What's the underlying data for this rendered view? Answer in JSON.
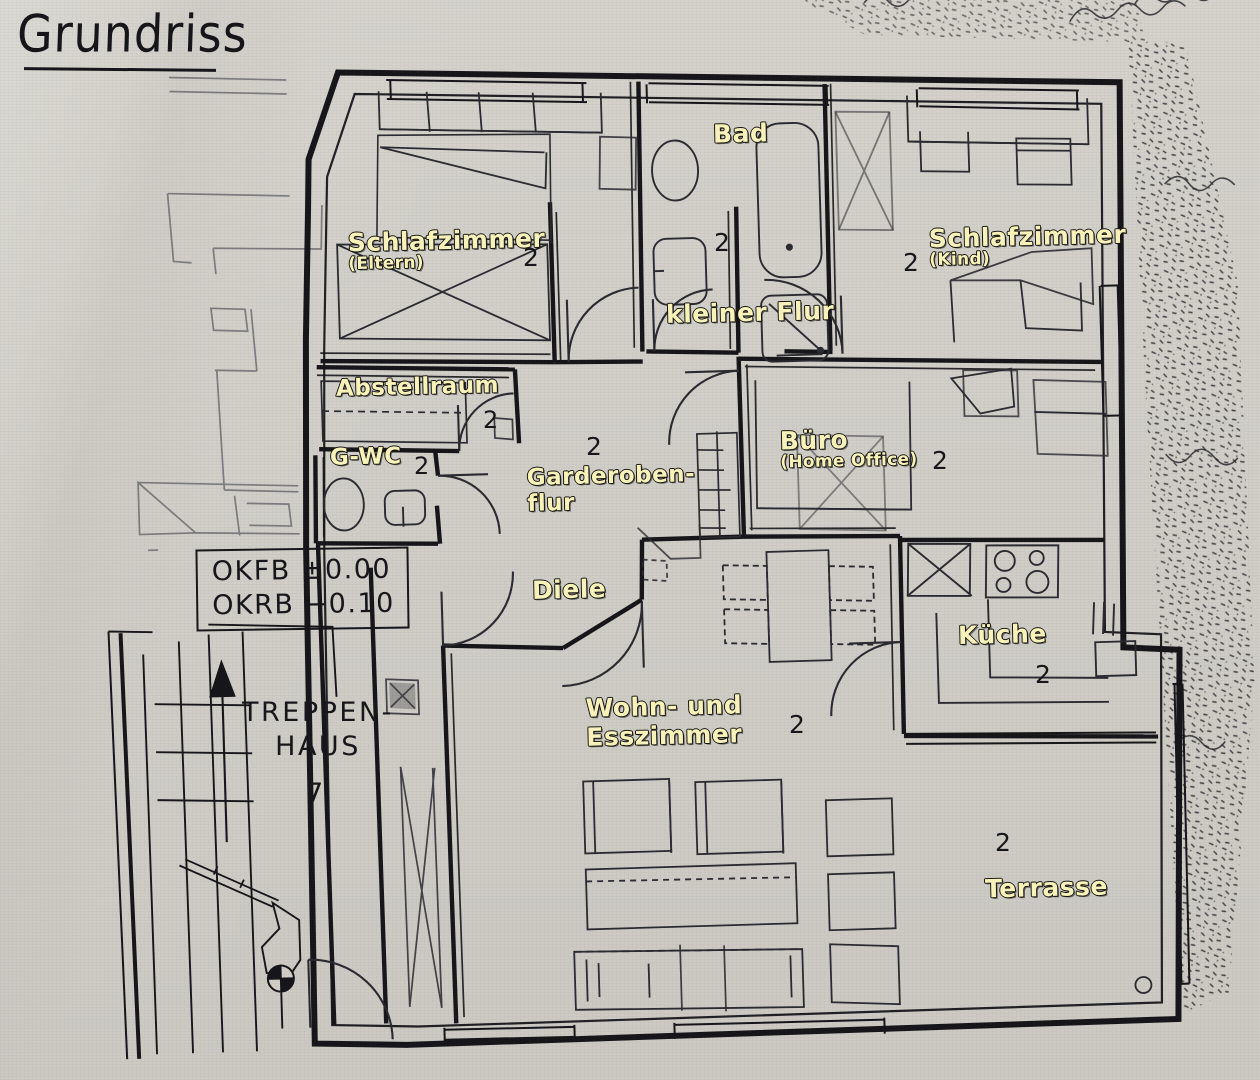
{
  "title": {
    "text": "Grundriss",
    "underline": true
  },
  "colors": {
    "paper": "#d0cec7",
    "ink": "#17171b",
    "label_fill": "#f7f2b9",
    "label_stroke": "#1a1713"
  },
  "level_box": {
    "lines": [
      "OKFB  ±0.00",
      "OKRB  −0.10"
    ]
  },
  "stairwell": {
    "name_line1": "TREPPEN-",
    "name_line2": "HAUS",
    "number": "7"
  },
  "rooms": [
    {
      "id": "schlafzimmer-eltern",
      "label": "Schlafzimmer",
      "sub": "(Eltern)",
      "number": "2"
    },
    {
      "id": "bad",
      "label": "Bad",
      "sub": "",
      "number": "2"
    },
    {
      "id": "schlafzimmer-kind",
      "label": "Schlafzimmer",
      "sub": "(Kind)",
      "number": "2"
    },
    {
      "id": "kleiner-flur",
      "label": "kleiner Flur",
      "sub": "",
      "number": ""
    },
    {
      "id": "abstellraum",
      "label": "Abstellraum",
      "sub": "",
      "number": "2"
    },
    {
      "id": "g-wc",
      "label": "G-WC",
      "sub": "",
      "number": "2"
    },
    {
      "id": "garderobenflur",
      "label_line1": "Garderoben-",
      "label_line2": "flur",
      "sub": "",
      "number": "2"
    },
    {
      "id": "buero",
      "label": "Büro",
      "sub": "(Home Office)",
      "number": "2"
    },
    {
      "id": "diele",
      "label": "Diele",
      "sub": "",
      "number": ""
    },
    {
      "id": "wohn-esszimmer",
      "label_line1": "Wohn- und",
      "label_line2": "Esszimmer",
      "sub": "",
      "number": "2"
    },
    {
      "id": "kueche",
      "label": "Küche",
      "sub": "",
      "number": "2"
    },
    {
      "id": "terrasse",
      "label": "Terrasse",
      "sub": "",
      "number": "2"
    }
  ],
  "label_values": {
    "schlafzimmer_eltern": "Schlafzimmer",
    "schlafzimmer_eltern_sub": "(Eltern)",
    "schlafzimmer_eltern_num": "2",
    "bad": "Bad",
    "bad_num": "2",
    "schlafzimmer_kind": "Schlafzimmer",
    "schlafzimmer_kind_sub": "(Kind)",
    "schlafzimmer_kind_num": "2",
    "kleiner_flur": "kleiner Flur",
    "abstellraum": "Abstellraum",
    "abstellraum_num": "2",
    "gwc": "G-WC",
    "gwc_num": "2",
    "garderobenflur_1": "Garderoben-",
    "garderobenflur_2": "flur",
    "garderobenflur_num": "2",
    "buero": "Büro",
    "buero_sub": "(Home Office)",
    "buero_num": "2",
    "diele": "Diele",
    "wohn_esszimmer_1": "Wohn- und",
    "wohn_esszimmer_2": "Esszimmer",
    "wohn_esszimmer_num": "2",
    "kueche": "Küche",
    "kueche_num": "2",
    "terrasse": "Terrasse",
    "terrasse_num": "2",
    "okfb": "OKFB  ±0.00",
    "okrb": "OKRB  −0.10",
    "treppenhaus_1": "TREPPEN-",
    "treppenhaus_2": "HAUS",
    "treppenhaus_num": "7"
  },
  "drawing": {
    "type": "architectural-floor-plan",
    "description": "Photographed printed apartment floor plan, rotated slightly counter-clockwise",
    "fixtures": [
      "double-bed",
      "nightstands",
      "wardrobe",
      "toilet",
      "washbasin",
      "bathtub",
      "shower",
      "dining-table",
      "four-chairs",
      "stovetop",
      "sink",
      "sofa",
      "armchairs",
      "kitchen-counter"
    ],
    "symbols": [
      "door-swing-arc",
      "window-opening",
      "stair-direction-arrow",
      "section-marker",
      "terrain-stipple-hatch"
    ]
  }
}
